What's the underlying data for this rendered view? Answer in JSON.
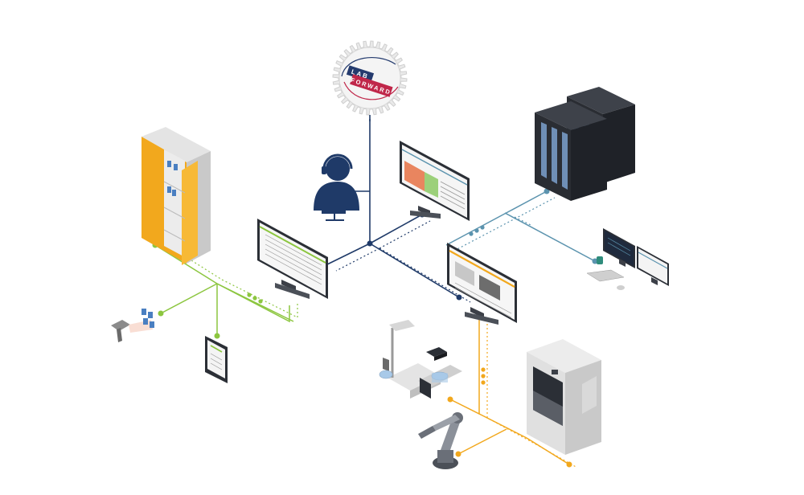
{
  "logo": {
    "line1": "LAB",
    "line2": "FORWARD",
    "brand_navy": "#243b6e",
    "brand_red": "#c0274a"
  },
  "colors": {
    "navy_link": "#1f3a68",
    "green_link": "#8cc63f",
    "orange_link": "#f2a81d",
    "teal_link": "#5b93ae",
    "cabinet_orange": "#f2a81d",
    "server_dark": "#2a2d33",
    "server_blue": "#6f8fb6"
  },
  "nodes": [
    {
      "id": "eln-gear",
      "icon": "gear-logo-icon"
    },
    {
      "id": "support-agent",
      "icon": "headset-user-icon"
    },
    {
      "id": "monitor-top",
      "icon": "monitor-icon"
    },
    {
      "id": "monitor-left",
      "icon": "monitor-icon"
    },
    {
      "id": "monitor-right",
      "icon": "monitor-icon"
    },
    {
      "id": "storage-cabinet",
      "icon": "cabinet-icon"
    },
    {
      "id": "server-racks",
      "icon": "server-icon"
    },
    {
      "id": "workstation",
      "icon": "computer-workstation-icon"
    },
    {
      "id": "barcode-scanner",
      "icon": "scanner-icon"
    },
    {
      "id": "tablet",
      "icon": "tablet-icon"
    },
    {
      "id": "lab-instruments",
      "icon": "stirrer-icon"
    },
    {
      "id": "robot-arm",
      "icon": "robot-arm-icon"
    },
    {
      "id": "fume-hood",
      "icon": "fume-hood-icon"
    }
  ]
}
